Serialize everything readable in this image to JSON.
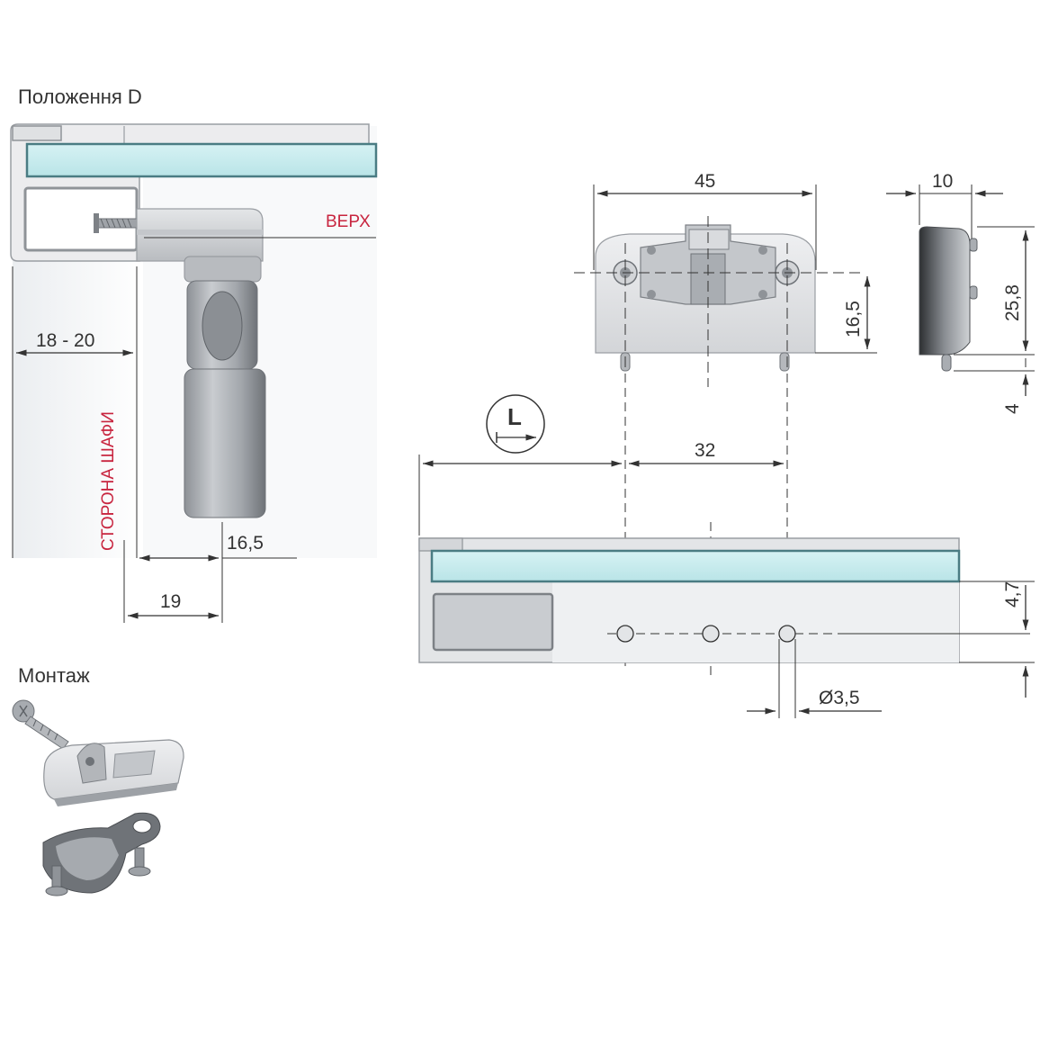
{
  "titles": {
    "position": "Положення D",
    "mounting": "Монтаж"
  },
  "labels": {
    "top": "ВЕРХ",
    "cabinet_side": "СТОРОНА ШАФИ",
    "direction_symbol": "L"
  },
  "dimensions": {
    "d_18_20": "18 - 20",
    "d_16_5_left": "16,5",
    "d_19": "19",
    "d_45": "45",
    "d_10": "10",
    "d_16_5_right": "16,5",
    "d_25_8": "25,8",
    "d_4": "4",
    "d_32": "32",
    "d_4_7": "4,7",
    "d_dia_3_5": "Ø3,5"
  },
  "colors": {
    "glass": "#c8ecee",
    "glass_edge": "#4a7c83",
    "profile": "#d6d8da",
    "metal_dark": "#7d8186",
    "accent_red": "#c8253f",
    "line": "#333333"
  }
}
